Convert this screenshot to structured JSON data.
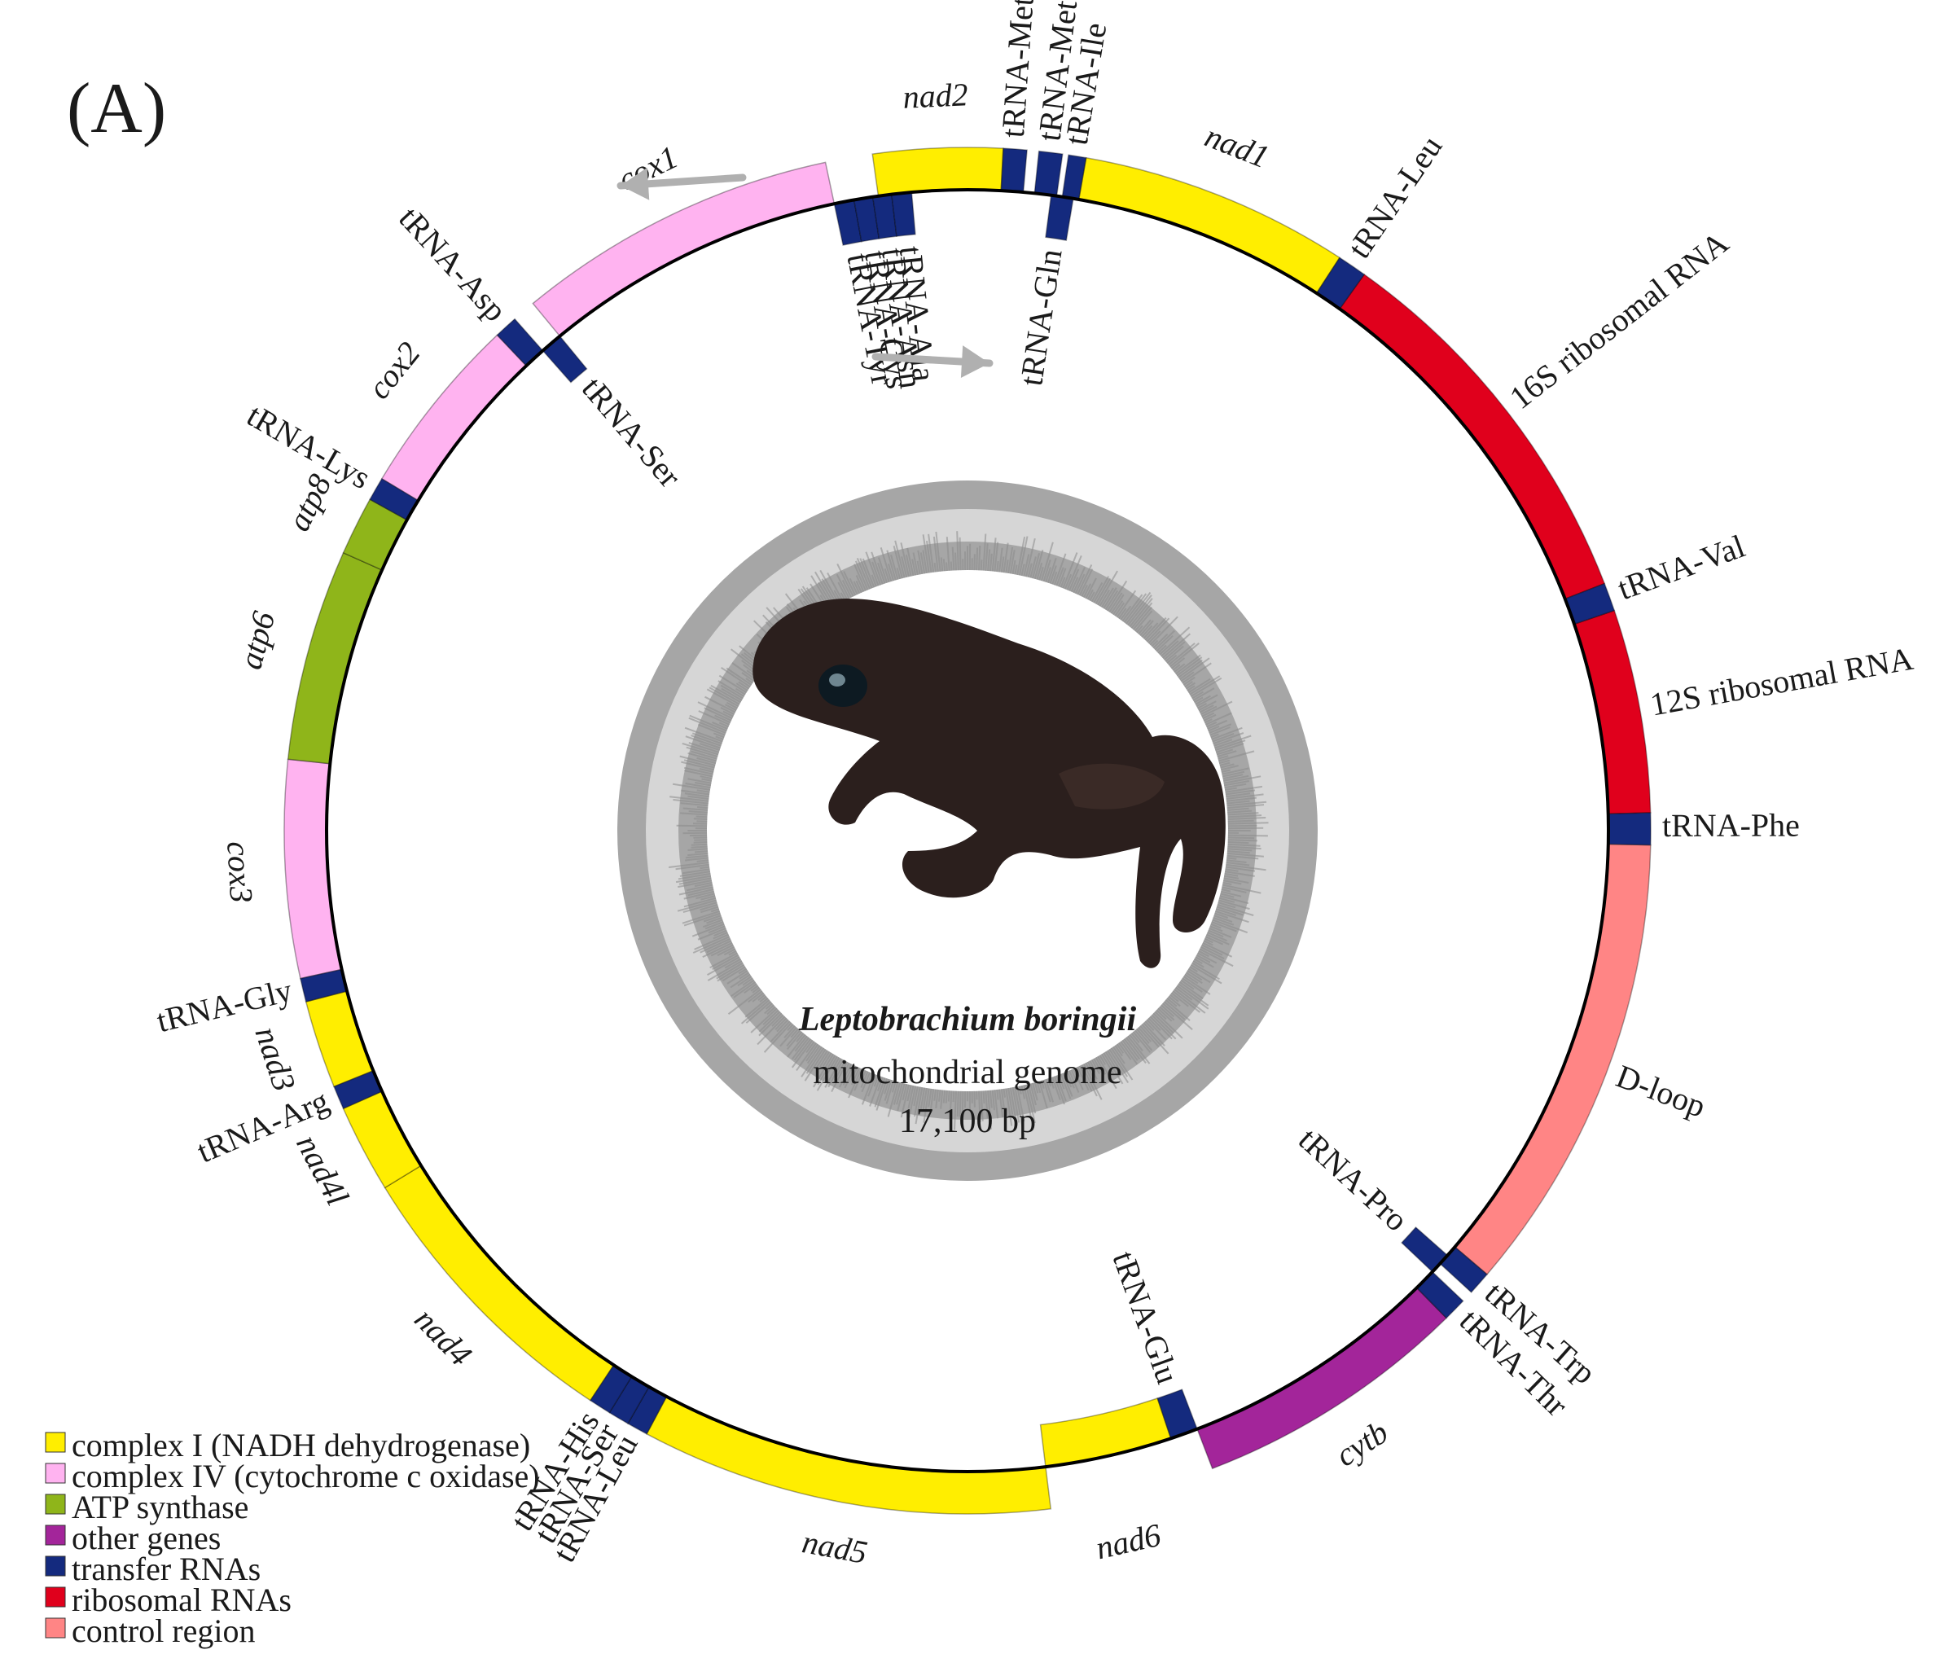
{
  "panel_label": "(A)",
  "species": "Leptobrachium boringii",
  "subtitle": "mitochondrial genome",
  "genome_length": "17,100 bp",
  "colors": {
    "complex_I": "#ffee00",
    "complex_IV": "#ffb3f0",
    "atp": "#8fb51a",
    "other": "#a3259a",
    "trna": "#142a7e",
    "rrna": "#e0001c",
    "control": "#ff8585",
    "gc_outer": "#a6a6a6",
    "gc_inner": "#d6d6d6",
    "arrow": "#b0b0b0"
  },
  "legend": [
    {
      "label": "complex I (NADH dehydrogenase)",
      "cat": "complex_I"
    },
    {
      "label": "complex IV (cytochrome c oxidase)",
      "cat": "complex_IV"
    },
    {
      "label": "ATP synthase",
      "cat": "atp"
    },
    {
      "label": "other genes",
      "cat": "other"
    },
    {
      "label": "transfer RNAs",
      "cat": "trna"
    },
    {
      "label": "ribosomal RNAs",
      "cat": "rrna"
    },
    {
      "label": "control region",
      "cat": "control"
    }
  ],
  "genes": [
    {
      "name": "nad1",
      "cat": "complex_I",
      "strand": "outer",
      "start": 10,
      "end": 33,
      "italic": true
    },
    {
      "name": "tRNA-Leu",
      "cat": "trna",
      "strand": "outer",
      "start": 33,
      "end": 35.5
    },
    {
      "name": "16S ribosomal RNA",
      "cat": "rrna",
      "strand": "outer",
      "start": 35.5,
      "end": 68.8
    },
    {
      "name": "tRNA-Val",
      "cat": "trna",
      "strand": "outer",
      "start": 68.8,
      "end": 71.2
    },
    {
      "name": "12S ribosomal RNA",
      "cat": "rrna",
      "strand": "outer",
      "start": 71.2,
      "end": 88.5
    },
    {
      "name": "tRNA-Phe",
      "cat": "trna",
      "strand": "outer",
      "start": 88.5,
      "end": 91.2
    },
    {
      "name": "D-loop",
      "cat": "control",
      "strand": "outer",
      "start": 91.2,
      "end": 130.5
    },
    {
      "name": "tRNA-Trp",
      "cat": "trna",
      "strand": "outer",
      "start": 130.5,
      "end": 132.5
    },
    {
      "name": "tRNA-Pro",
      "cat": "trna",
      "strand": "inner",
      "start": 131.5,
      "end": 133.5
    },
    {
      "name": "tRNA-Thr",
      "cat": "trna",
      "strand": "outer",
      "start": 133.5,
      "end": 135.5
    },
    {
      "name": "cytb",
      "cat": "other",
      "strand": "outer",
      "start": 135.5,
      "end": 159,
      "italic": true
    },
    {
      "name": "tRNA-Glu",
      "cat": "trna",
      "strand": "inner",
      "start": 159,
      "end": 161.5
    },
    {
      "name": "nad6",
      "cat": "complex_I",
      "strand": "inner",
      "start": 161.5,
      "end": 173,
      "italic": true
    },
    {
      "name": "nad5",
      "cat": "complex_I",
      "strand": "outer",
      "start": 173,
      "end": 208,
      "italic": true
    },
    {
      "name": "tRNA-Leu",
      "cat": "trna",
      "strand": "outer",
      "start": 208,
      "end": 209.8
    },
    {
      "name": "tRNA-Ser",
      "cat": "trna",
      "strand": "outer",
      "start": 209.8,
      "end": 211.6
    },
    {
      "name": "tRNA-His",
      "cat": "trna",
      "strand": "outer",
      "start": 211.6,
      "end": 213.5
    },
    {
      "name": "nad4",
      "cat": "complex_I",
      "strand": "outer",
      "start": 213.5,
      "end": 238.5,
      "italic": true
    },
    {
      "name": "nad4l",
      "cat": "complex_I",
      "strand": "outer",
      "start": 238.5,
      "end": 246,
      "italic": true
    },
    {
      "name": "tRNA-Arg",
      "cat": "trna",
      "strand": "outer",
      "start": 246,
      "end": 248
    },
    {
      "name": "nad3",
      "cat": "complex_I",
      "strand": "outer",
      "start": 248,
      "end": 255.5,
      "italic": true
    },
    {
      "name": "tRNA-Gly",
      "cat": "trna",
      "strand": "outer",
      "start": 255.5,
      "end": 257.5
    },
    {
      "name": "cox3",
      "cat": "complex_IV",
      "strand": "outer",
      "start": 257.5,
      "end": 276,
      "italic": true
    },
    {
      "name": "atp6",
      "cat": "atp",
      "strand": "outer",
      "start": 276,
      "end": 294,
      "italic": true
    },
    {
      "name": "atp8",
      "cat": "atp",
      "strand": "outer",
      "start": 294,
      "end": 299,
      "italic": true
    },
    {
      "name": "tRNA-Lys",
      "cat": "trna",
      "strand": "outer",
      "start": 299,
      "end": 301
    },
    {
      "name": "cox2",
      "cat": "complex_IV",
      "strand": "outer",
      "start": 301,
      "end": 316.5,
      "italic": true
    },
    {
      "name": "tRNA-Asp",
      "cat": "trna",
      "strand": "outer",
      "start": 316.5,
      "end": 318.5
    },
    {
      "name": "tRNA-Ser",
      "cat": "trna",
      "strand": "inner",
      "start": 318.5,
      "end": 320.5
    },
    {
      "name": "cox1",
      "cat": "complex_IV",
      "strand": "outer",
      "start": 320.5,
      "end": 348,
      "italic": true
    },
    {
      "name": "tRNA-Tyr",
      "cat": "trna",
      "strand": "inner",
      "start": 348,
      "end": 349.8
    },
    {
      "name": "tRNA-Cys",
      "cat": "trna",
      "strand": "inner",
      "start": 349.8,
      "end": 351.5
    },
    {
      "name": "tRNA-Asn",
      "cat": "trna",
      "strand": "inner",
      "start": 351.5,
      "end": 353.2
    },
    {
      "name": "tRNA-Ala",
      "cat": "trna",
      "strand": "inner",
      "start": 353.2,
      "end": 355
    },
    {
      "name": "nad2",
      "cat": "complex_I",
      "strand": "outer",
      "start": 352,
      "end": 363,
      "italic": true
    },
    {
      "name": "tRNA-Met",
      "cat": "trna",
      "strand": "outer",
      "start": 3,
      "end": 5
    },
    {
      "name": "tRNA-Met",
      "cat": "trna",
      "strand": "outer",
      "start": 6,
      "end": 8
    },
    {
      "name": "tRNA-Gln",
      "cat": "trna",
      "strand": "inner",
      "start": 7.5,
      "end": 9.5
    },
    {
      "name": "tRNA-Ile",
      "cat": "trna",
      "strand": "outer",
      "start": 8.5,
      "end": 10
    }
  ]
}
